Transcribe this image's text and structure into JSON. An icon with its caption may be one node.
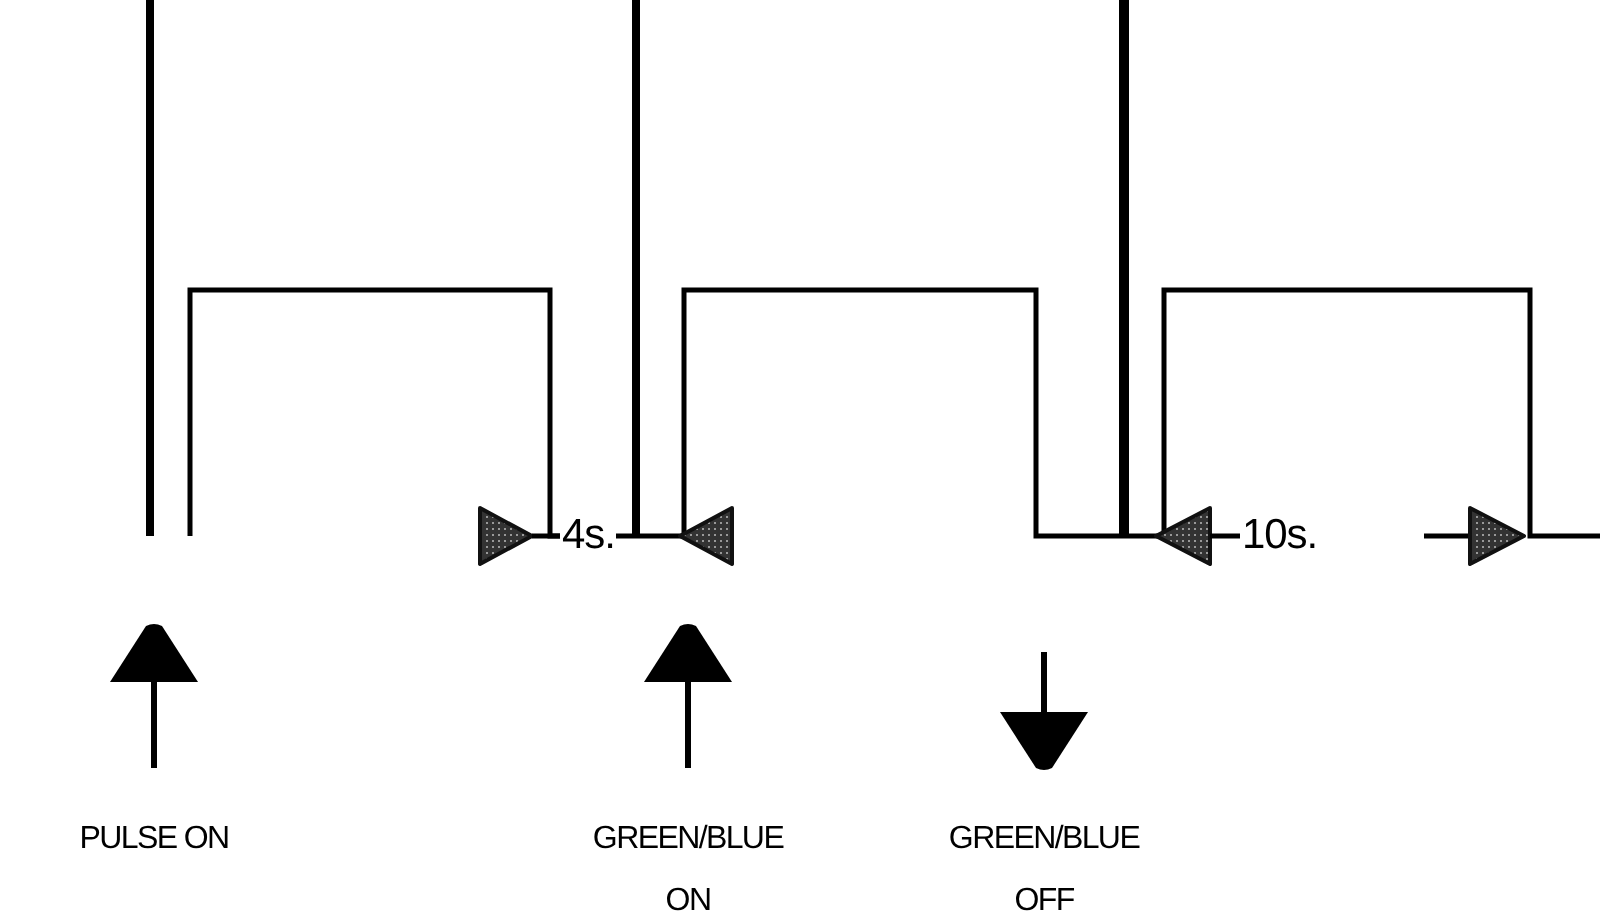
{
  "diagram": {
    "nodes": [
      {
        "text": [
          "PULSE ON"
        ]
      },
      {
        "text": [
          "GREEN/BLUE ON"
        ]
      },
      {
        "text": [
          "GREEN/BLUE OFF"
        ]
      }
    ],
    "edges": [
      {
        "from": 0,
        "to": null,
        "arrow": "to"
      },
      {
        "from": 1,
        "to": null,
        "arrow": "to"
      },
      {
        "from": null,
        "to": 2,
        "arrow": "to"
      }
    ],
    "labels": [
      "4s.",
      "10s."
    ]
  }
}
